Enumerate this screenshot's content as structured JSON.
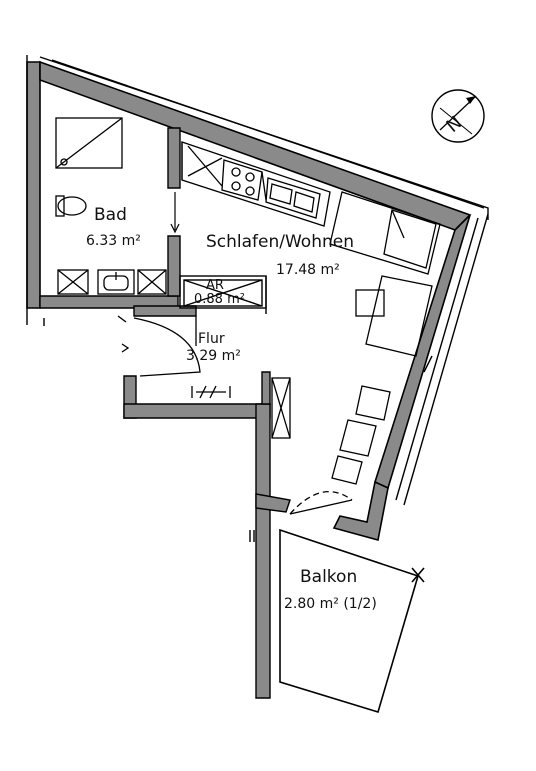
{
  "compass": {
    "letter": "N"
  },
  "rooms": {
    "bad": {
      "name": "Bad",
      "area": "6.33 m²"
    },
    "wohnen": {
      "name": "Schlafen/Wohnen",
      "area": "17.48 m²"
    },
    "ar": {
      "name": "AR",
      "area": "0.88 m²"
    },
    "flur": {
      "name": "Flur",
      "area": "3.29 m²"
    },
    "balkon": {
      "name": "Balkon",
      "area": "2.80 m² (1/2)"
    }
  }
}
